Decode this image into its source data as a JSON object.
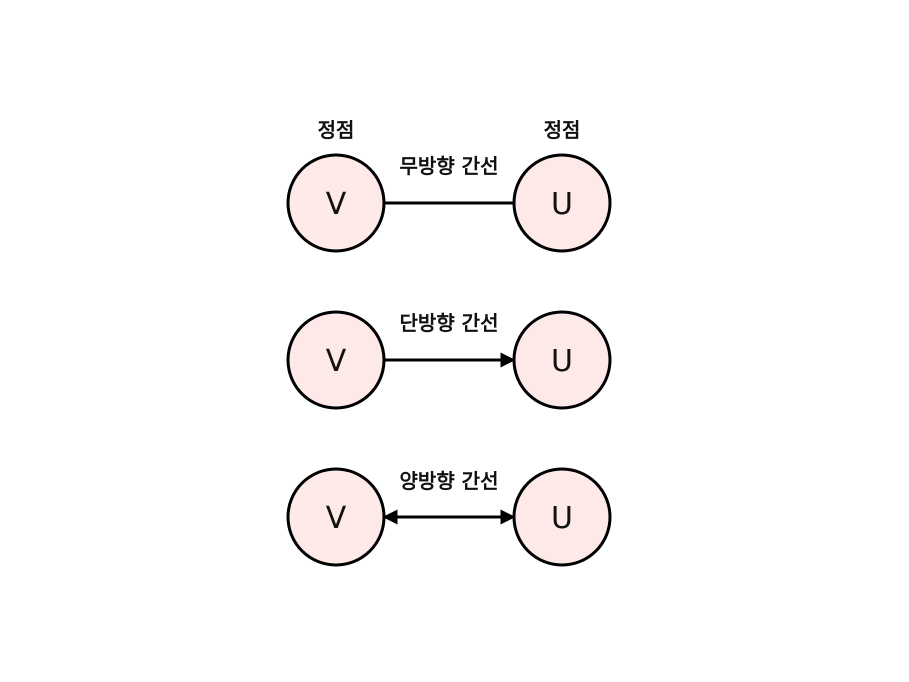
{
  "vertex_caption": "정점",
  "colors": {
    "node_fill": "#fde9e8",
    "stroke": "#000000",
    "text": "#111111"
  },
  "rows": [
    {
      "edge_label": "무방향 간선",
      "left_node": "V",
      "right_node": "U",
      "edge_type": "undirected"
    },
    {
      "edge_label": "단방향 간선",
      "left_node": "V",
      "right_node": "U",
      "edge_type": "directed"
    },
    {
      "edge_label": "양방향 간선",
      "left_node": "V",
      "right_node": "U",
      "edge_type": "bidirectional"
    }
  ]
}
